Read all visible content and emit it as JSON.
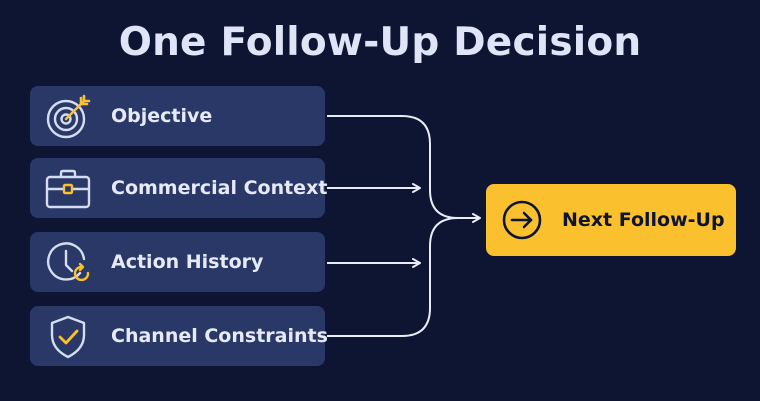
{
  "title": "One Follow-Up Decision",
  "inputs": [
    {
      "label": "Objective",
      "icon": "target-icon"
    },
    {
      "label": "Commercial Context",
      "icon": "briefcase-icon"
    },
    {
      "label": "Action History",
      "icon": "clock-icon"
    },
    {
      "label": "Channel Constraints",
      "icon": "shield-check-icon"
    }
  ],
  "output": {
    "label": "Next Follow-Up",
    "icon": "arrow-right-circle-icon"
  },
  "colors": {
    "background": "#0d1533",
    "box": "#293866",
    "text": "#e6e9f6",
    "icon": "#d6dcef",
    "accent": "#fbc02d",
    "line": "#e9ecf6"
  }
}
